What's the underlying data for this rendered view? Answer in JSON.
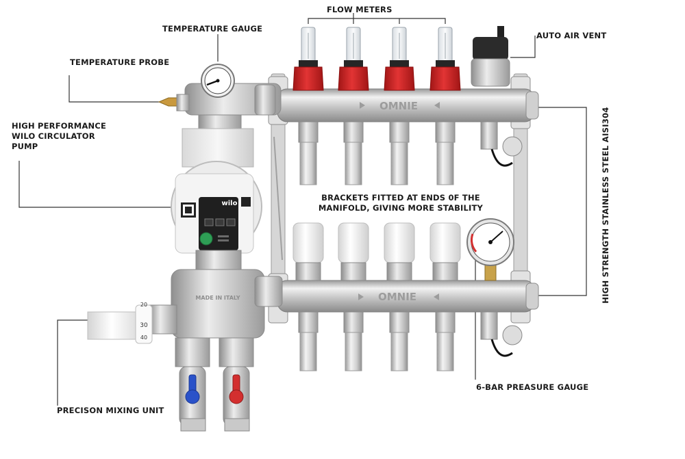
{
  "labels": {
    "flow_meters": "FLOW METERS",
    "temperature_gauge": "TEMPERATURE GAUGE",
    "auto_air_vent": "AUTO AIR VENT",
    "temperature_probe": "TEMPERATURE PROBE",
    "pump_line1": "HIGH PERFORMANCE",
    "pump_line2": "WILO CIRCULATOR",
    "pump_line3": "PUMP",
    "brackets_line1": "BRACKETS FITTED AT ENDS 0F THE",
    "brackets_line2": "MANIFOLD, GIVING MORE STABILITY",
    "stainless": "HIGH STRENGTH STAINLESS STEEL AISI304",
    "pressure_gauge": "6-BAR PREASURE GAUGE",
    "mixing_unit": "PRECISON MIXING UNIT"
  },
  "product": {
    "brand_top": "OMNIE",
    "brand_bottom": "OMNIE",
    "pump_brand": "wilo",
    "made_in": "MADE IN ITALY",
    "thermo_top": "20",
    "thermo_mid": "30",
    "thermo_low": "40"
  },
  "colors": {
    "flow_meter_cap": "#d62828",
    "steel": "#c9c9c9",
    "white_caps": "#f4f4f4",
    "valve_blue": "#2a52c9",
    "valve_red": "#d32f2f"
  }
}
